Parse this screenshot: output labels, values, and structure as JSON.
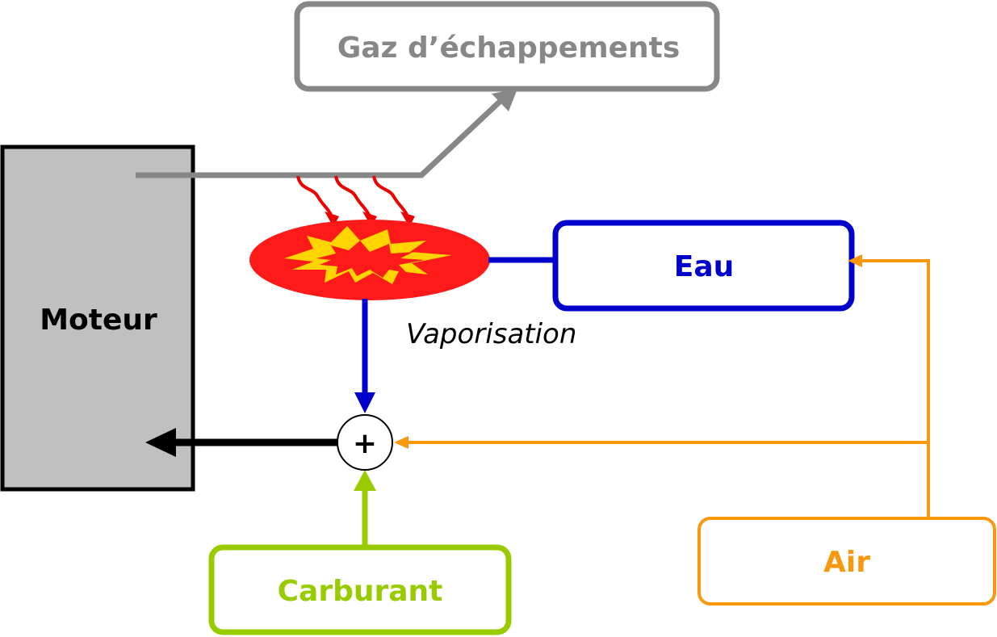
{
  "colors": {
    "exhaust": "#878787",
    "water": "#0000cc",
    "air": "#f7980f",
    "fuel": "#99cc00",
    "engine_fill": "#c0c0c0",
    "heat": "#ee0000",
    "vaporizer": "#ff1a1a",
    "flash": "#ffd400",
    "black": "#000000"
  },
  "nodes": {
    "exhaust": {
      "label": "Gaz d’échappements"
    },
    "engine": {
      "label": "Moteur"
    },
    "water": {
      "label": "Eau"
    },
    "air": {
      "label": "Air"
    },
    "fuel": {
      "label": "Carburant"
    },
    "mixer": {
      "symbol": "+"
    }
  },
  "annotations": {
    "vaporisation": "Vaporisation"
  },
  "icons": {
    "heat": "wavy-heat-arrow-icon",
    "flash": "explosion-burst-icon"
  }
}
